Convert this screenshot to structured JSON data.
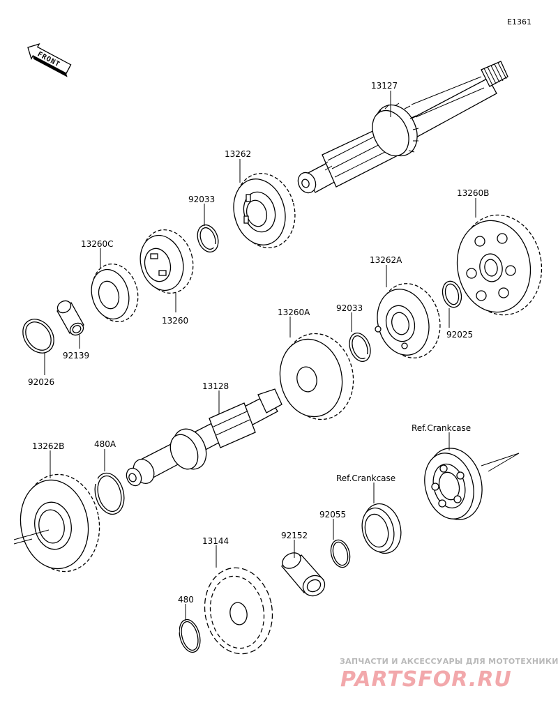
{
  "diagram_code": "E1361",
  "front_label": "FRONT",
  "watermark": {
    "top": "ЗАПЧАСТИ И АКСЕССУАРЫ ДЛЯ МОТОТЕХНИКИ",
    "main": "PARTSFOR.RU"
  },
  "parts": [
    {
      "key": "p13127",
      "number": "13127"
    },
    {
      "key": "p13262",
      "number": "13262"
    },
    {
      "key": "p92033a",
      "number": "92033"
    },
    {
      "key": "p13260C",
      "number": "13260C"
    },
    {
      "key": "p13260",
      "number": "13260"
    },
    {
      "key": "p92139",
      "number": "92139"
    },
    {
      "key": "p92026",
      "number": "92026"
    },
    {
      "key": "p13260B",
      "number": "13260B"
    },
    {
      "key": "p13262A",
      "number": "13262A"
    },
    {
      "key": "p92033b",
      "number": "92033"
    },
    {
      "key": "p92025",
      "number": "92025"
    },
    {
      "key": "p13260A",
      "number": "13260A"
    },
    {
      "key": "p13128",
      "number": "13128"
    },
    {
      "key": "p13262B",
      "number": "13262B"
    },
    {
      "key": "p480A",
      "number": "480A"
    },
    {
      "key": "pRef1",
      "number": "Ref.Crankcase"
    },
    {
      "key": "pRef2",
      "number": "Ref.Crankcase"
    },
    {
      "key": "p92055",
      "number": "92055"
    },
    {
      "key": "p92152",
      "number": "92152"
    },
    {
      "key": "p13144",
      "number": "13144"
    },
    {
      "key": "p480",
      "number": "480"
    }
  ]
}
